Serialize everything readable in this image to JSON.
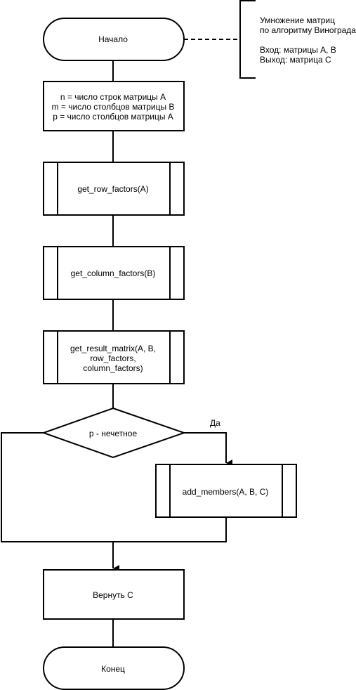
{
  "nodes": {
    "start": {
      "label": "Начало"
    },
    "comment": {
      "lines": [
        "Умножение матриц",
        "по алгоритму Винограда",
        "",
        "Вход: матрицы A, B",
        "Выход: матрица C"
      ]
    },
    "init": {
      "lines": [
        "n = число строк матрицы A",
        "m = число столбцов матрицы B",
        "p = число столбцов матрицы A"
      ]
    },
    "row_factors": {
      "label": "get_row_factors(A)"
    },
    "column_factors": {
      "label": "get_column_factors(B)"
    },
    "result_matrix": {
      "lines": [
        "get_result_matrix(A, B,",
        "row_factors,",
        "column_factors)"
      ]
    },
    "odd_check": {
      "label": "p - нечетное"
    },
    "add_members": {
      "label": "add_members(A, B, C)"
    },
    "return": {
      "label": "Вернуть C"
    },
    "end": {
      "label": "Конец"
    }
  },
  "edges": {
    "yes_label": "Да"
  }
}
